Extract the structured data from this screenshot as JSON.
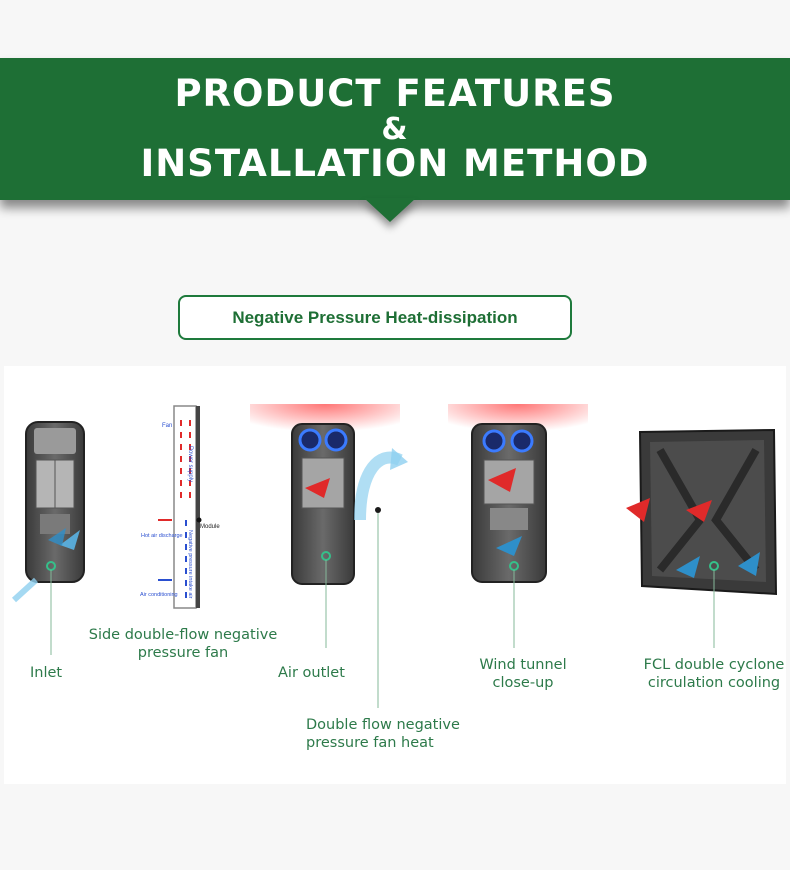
{
  "header": {
    "line1": "PRODUCT FEATURES",
    "line2": "&",
    "line3": "INSTALLATION METHOD"
  },
  "section": {
    "title": "Negative Pressure Heat-dissipation"
  },
  "diagram": {
    "side_labels": {
      "fan": "Fan",
      "power_supply": "Power supply",
      "module": "Module",
      "hot_air": "Hot air discharge",
      "negative_pressure": "Negative pressure intake air",
      "air_conditioning": "Air conditioning"
    }
  },
  "labels": {
    "inlet": "Inlet",
    "side_fan_line1": "Side double-flow negative",
    "side_fan_line2": "pressure fan",
    "air_outlet": "Air outlet",
    "double_flow_line1": "Double flow negative",
    "double_flow_line2": "pressure fan heat",
    "wind_tunnel_line1": "Wind tunnel",
    "wind_tunnel_line2": "close-up",
    "fcl_line1": "FCL double cyclone",
    "fcl_line2": "circulation cooling"
  },
  "colors": {
    "brand_green": "#1e6f35",
    "label_green": "#2d7a4a",
    "hot_red": "#e02a2a",
    "cool_blue": "#5ab4e6"
  }
}
